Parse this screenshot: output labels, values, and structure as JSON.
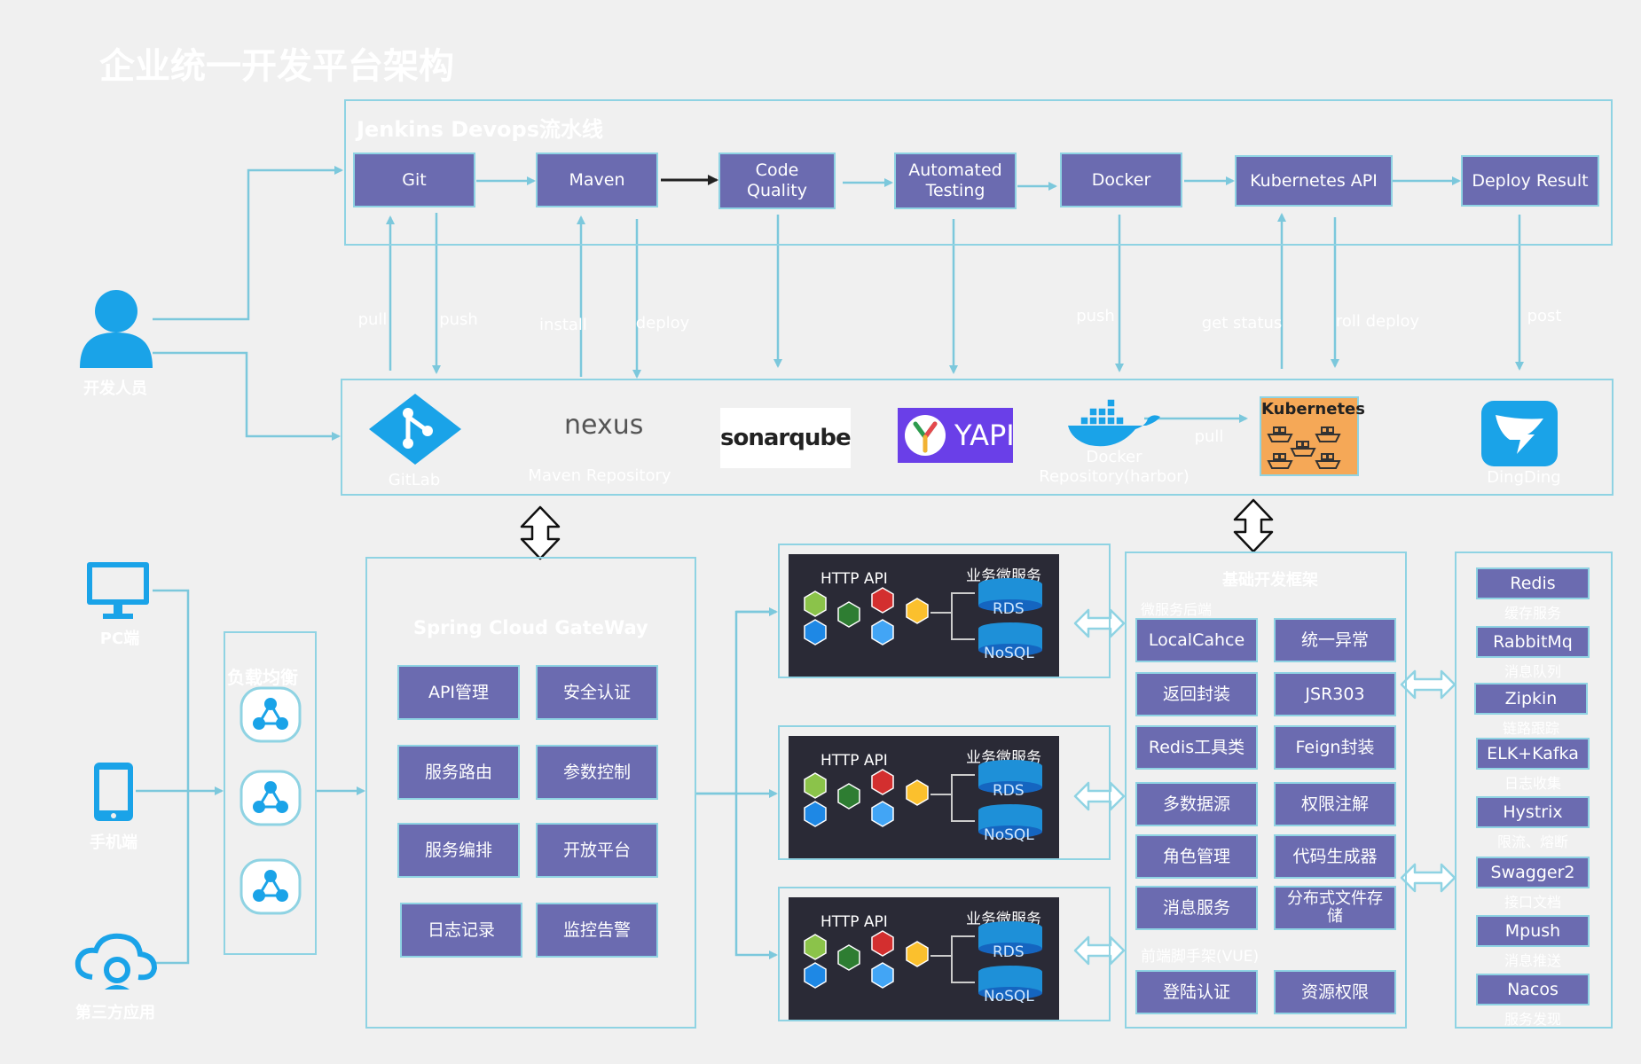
{
  "title": "企业统一开发平台架构",
  "jenkins": {
    "title": "Jenkins Devops流水线",
    "stages": [
      "Git",
      "Maven",
      "Code\nQuality",
      "Automated\nTesting",
      "Docker",
      "Kubernetes  API",
      "Deploy Result"
    ]
  },
  "flow_labels": {
    "pull": "pull",
    "push": "push",
    "install": "install",
    "deploy": "deploy",
    "push_docker": "push",
    "get_status": "get status",
    "roll_deploy": "roll deploy",
    "post": "post",
    "pull_docker": "pull"
  },
  "tools": {
    "gitlab": "GitLab",
    "nexus_logo": "nexus",
    "nexus": "Maven Repository",
    "sonarqube": "sonarqube",
    "yapi": "YAPI",
    "docker": "Docker\nRepository(harbor)",
    "kubernetes": "Kubernetes",
    "dingding": "DingDing"
  },
  "actors": {
    "developer": "开发人员",
    "pc": "PC端",
    "mobile": "手机端",
    "third_party": "第三方应用"
  },
  "load_balance": {
    "title": "负载均衡"
  },
  "gateway": {
    "title": "Spring Cloud GateWay",
    "items": [
      "API管理",
      "安全认证",
      "服务路由",
      "参数控制",
      "服务编排",
      "开放平台",
      "日志记录",
      "监控告警"
    ]
  },
  "services": {
    "http_api": "HTTP API",
    "ms_label": "业务微服务",
    "rds": "RDS",
    "nosql": "NoSQL"
  },
  "framework": {
    "title": "基础开发框架",
    "backend_label": "微服务后端",
    "backend_items": [
      "LocalCahce",
      "统一异常",
      "返回封装",
      "JSR303",
      "Redis工具类",
      "Feign封装",
      "多数据源",
      "权限注解",
      "角色管理",
      "代码生成器",
      "消息服务",
      "分布式文件存\n储"
    ],
    "frontend_label": "前端脚手架(VUE)",
    "frontend_items": [
      "登陆认证",
      "资源权限"
    ]
  },
  "middleware": [
    {
      "name": "Redis",
      "desc": "缓存服务"
    },
    {
      "name": "RabbitMq",
      "desc": "消息队列"
    },
    {
      "name": "Zipkin",
      "desc": "链路跟踪"
    },
    {
      "name": "ELK+Kafka",
      "desc": "日志收集"
    },
    {
      "name": "Hystrix",
      "desc": "限流、熔断"
    },
    {
      "name": "Swagger2",
      "desc": "接口文档"
    },
    {
      "name": "Mpush",
      "desc": "消息推送"
    },
    {
      "name": "Nacos",
      "desc": "服务发现"
    }
  ],
  "colors": {
    "box": "#6b6bb0",
    "border": "#8fd3e3",
    "arrow": "#7cc8dc",
    "icon": "#1aa3e8",
    "dark": "#2a2a36",
    "kube_bg": "#f5a857"
  }
}
